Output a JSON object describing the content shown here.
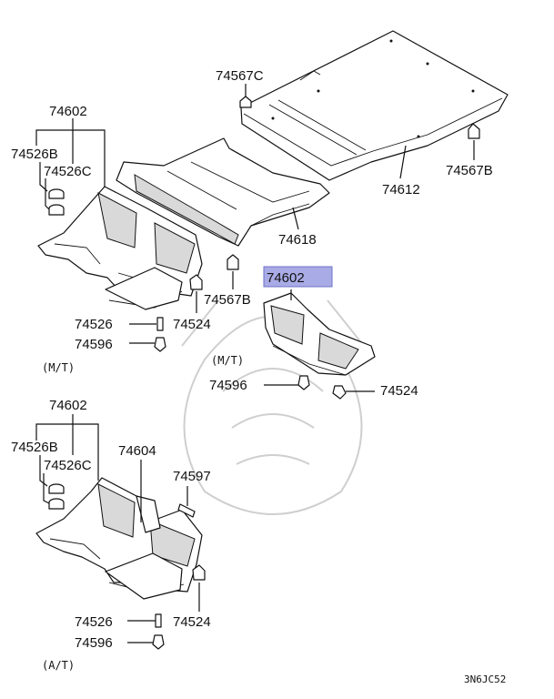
{
  "highlight_color": "#a9abe6",
  "labels": {
    "p74567c": "74567C",
    "p74567b_top": "74567B",
    "p74612": "74612",
    "p74618": "74618",
    "p74602_mt": "74602",
    "p74526b_mt": "74526B",
    "p74526c_mt": "74526C",
    "p74567b_mid": "74567B",
    "p74526_mt": "74526",
    "p74524_mt": "74524",
    "p74596_mt": "74596",
    "mt_left": "(M/T)",
    "p74602_hl": "74602",
    "mt_right": "(M/T)",
    "p74596_right": "74596",
    "p74524_right": "74524",
    "p74602_at": "74602",
    "p74526b_at": "74526B",
    "p74526c_at": "74526C",
    "p74604": "74604",
    "p74597": "74597",
    "p74526_at": "74526",
    "p74524_at": "74524",
    "p74596_at": "74596",
    "at_left": "(A/T)",
    "diagram_code": "3N6JC52"
  }
}
